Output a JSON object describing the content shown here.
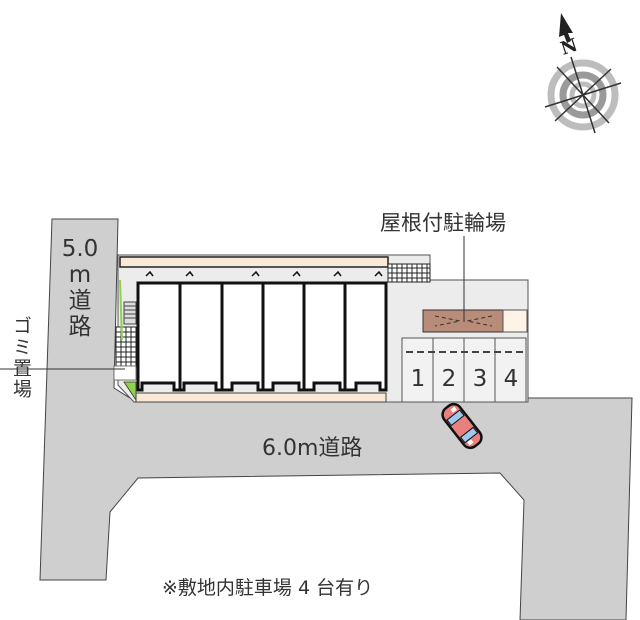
{
  "map": {
    "road_left": {
      "width_line1": "5.0",
      "unit_line": "m",
      "label_line1": "道",
      "label_line2": "路"
    },
    "road_main": {
      "label": "6.0m道路"
    },
    "garbage": {
      "label": "ゴミ置場"
    },
    "bicycle_parking": {
      "label": "屋根付駐輪場"
    },
    "parking_slots": [
      "1",
      "2",
      "3",
      "4"
    ],
    "footnote": "※敷地内駐車場 4 台有り",
    "building_units": 6,
    "compass": {
      "direction": "N",
      "icon": "compass-rose-icon"
    },
    "colors": {
      "road": "#cfcfcf",
      "lot": "#ececec",
      "building_wall": "#111111",
      "balcony": "#fbe9d7",
      "bike_roof": "#b88c78",
      "car_body": "#e88080",
      "car_window": "#9fc8ef",
      "greenery": "#8fd24a"
    }
  }
}
